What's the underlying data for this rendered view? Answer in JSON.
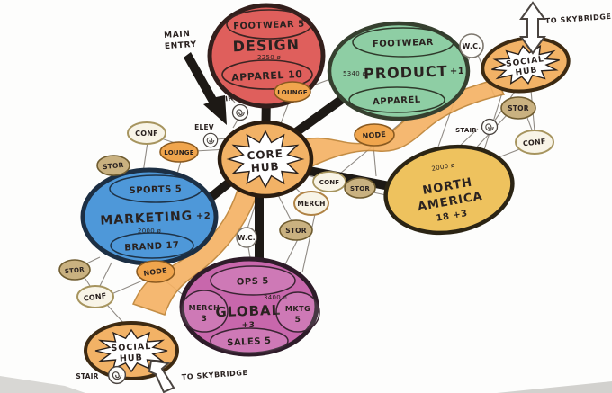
{
  "diagram": {
    "description": "hand-drawn office space bubble diagram",
    "core_hub": {
      "line1": "CORE",
      "line2": "HUB"
    },
    "social_hub_top_right": {
      "line1": "SOCIAL",
      "line2": "HUB"
    },
    "social_hub_bottom_left": {
      "line1": "SOCIAL",
      "line2": "HUB"
    },
    "departments": {
      "design": {
        "name": "DESIGN",
        "area": "2250 ø",
        "sub_top": "FOOTWEAR 5",
        "sub_bottom": "APPAREL 10"
      },
      "product": {
        "name": "PRODUCT",
        "delta": "+1",
        "area": "5340 ø",
        "sub_top": "FOOTWEAR",
        "sub_bottom": "APPAREL"
      },
      "marketing": {
        "name": "MARKETING",
        "delta": "+2",
        "area": "2000 ø",
        "sub_top": "SPORTS 5",
        "sub_bottom": "BRAND 17"
      },
      "global": {
        "name": "GLOBAL",
        "delta": "+3",
        "area": "3400 ø",
        "sub_top": "OPS 5",
        "sub_left_1": "MERCH",
        "sub_left_2": "3",
        "sub_right_1": "MKTG",
        "sub_right_2": "5",
        "sub_bottom": "SALES 5"
      },
      "north_america": {
        "area": "2000 ø",
        "name_1": "NORTH",
        "name_2": "AMERICA",
        "count": "18 +3"
      }
    },
    "rooms": {
      "conf": "CONF",
      "lounge": "LOUNGE",
      "stor": "STOR",
      "stair": "STAIR",
      "elev": "ELEV",
      "node": "NODE",
      "wc": "W.C.",
      "merch": "MERCH"
    },
    "annotations": {
      "main_entry_1": "MAIN",
      "main_entry_2": "ENTRY",
      "skybridge_top": "TO SKYBRIDGE",
      "skybridge_bottom": "TO SKYBRIDGE"
    },
    "colors": {
      "design": "#df5f5c",
      "product": "#8ecea4",
      "marketing": "#4e98d9",
      "global": "#c867ac",
      "north_america": "#eec25e",
      "hub_orange": "#f2b266",
      "ribbon": "#f5b162",
      "stor_tan": "#c9b180",
      "node_orange": "#f0a54d",
      "cream": "#f8f4e7",
      "ink": "#241d19"
    }
  }
}
